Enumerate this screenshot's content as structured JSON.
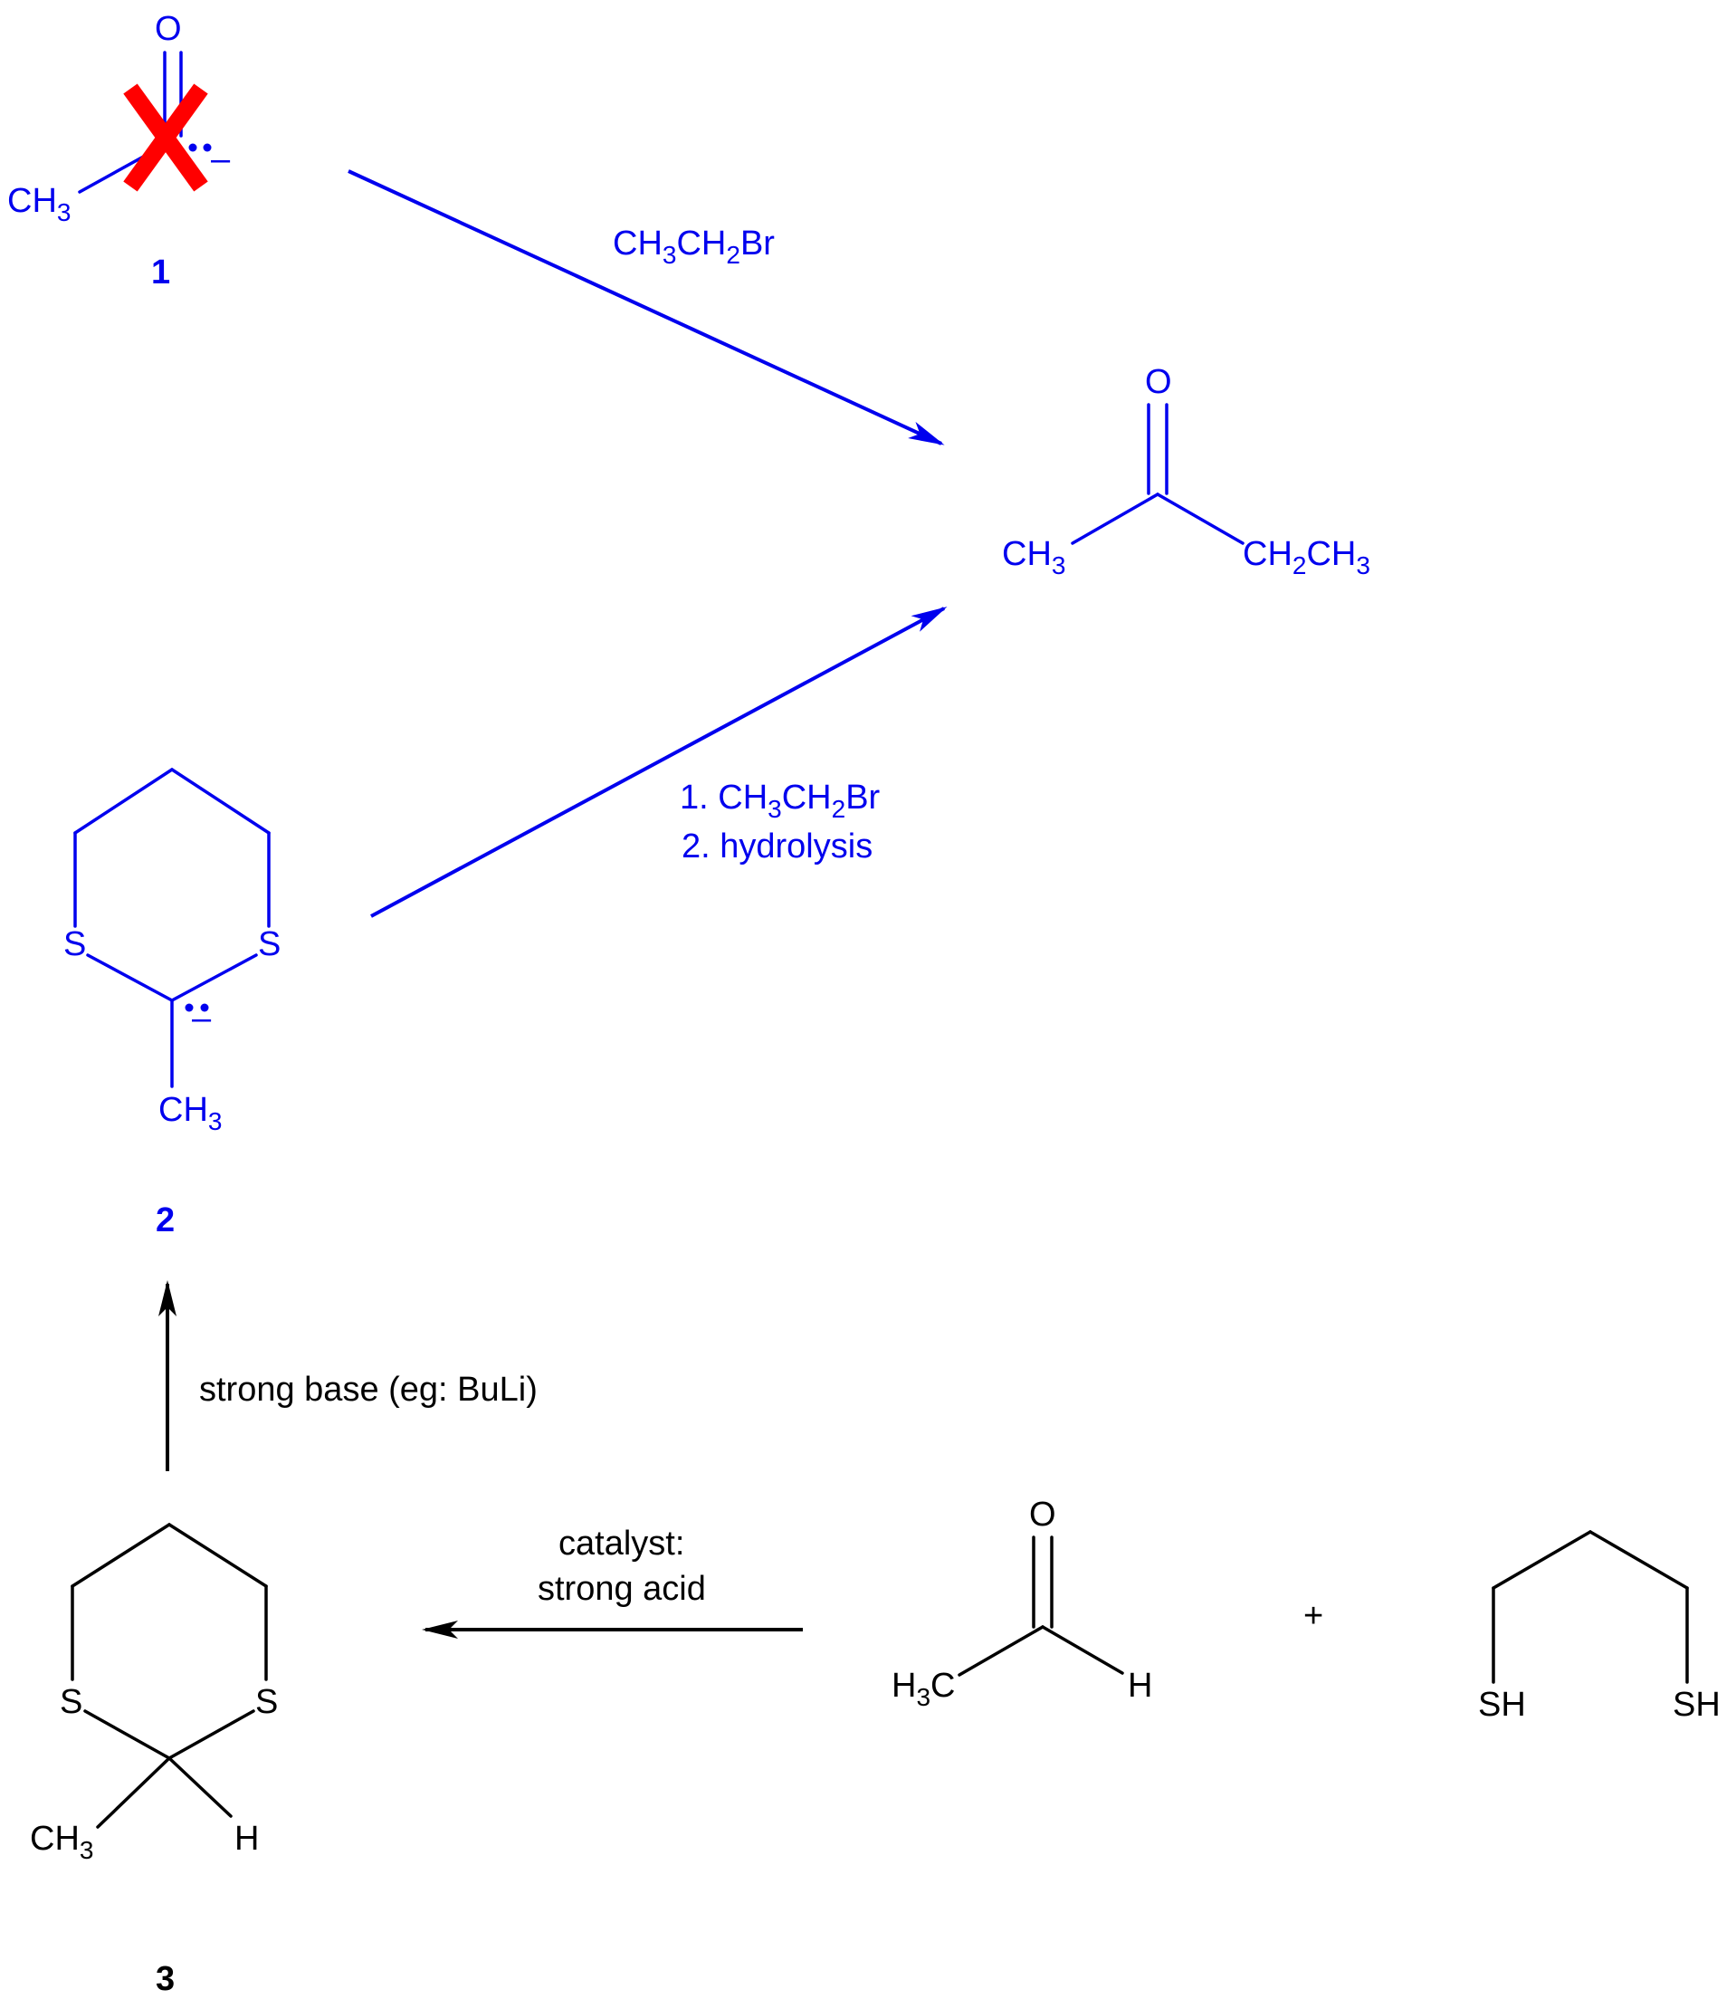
{
  "compounds": {
    "c1": {
      "number": "1",
      "o": "O",
      "ch": "CH",
      "ch_sub": "3",
      "charge": "–",
      "crossed_out": true
    },
    "product": {
      "o": "O",
      "left_ch": "CH",
      "left_sub": "3",
      "right_ch": "CH",
      "right_sub1": "2",
      "right_ch2": "CH",
      "right_sub2": "3"
    },
    "c2": {
      "number": "2",
      "s1": "S",
      "s2": "S",
      "ch": "CH",
      "ch_sub": "3",
      "charge": "–"
    },
    "c3": {
      "number": "3",
      "s1": "S",
      "s2": "S",
      "ch": "CH",
      "ch_sub": "3",
      "h": "H"
    },
    "aldehyde": {
      "o": "O",
      "h3c_h": "H",
      "h3c_sub": "3",
      "h3c_c": "C",
      "h": "H"
    },
    "dithiol": {
      "sh1": "SH",
      "sh2": "SH"
    }
  },
  "plus": "+",
  "reactions": {
    "r1": {
      "ch": "CH",
      "s1": "3",
      "ch2": "CH",
      "s2": "2",
      "br": "Br"
    },
    "r2": {
      "step1_prefix": "1.  CH",
      "s1": "3",
      "ch2": "CH",
      "s2": "2",
      "br": "Br",
      "step2": "2. hydrolysis"
    },
    "r3": {
      "label": "strong base (eg: BuLi)"
    },
    "r4": {
      "line1": "catalyst:",
      "line2": "strong acid"
    }
  },
  "colors": {
    "blue": "#0000ee",
    "black": "#000000",
    "cross": "#ff0000"
  }
}
